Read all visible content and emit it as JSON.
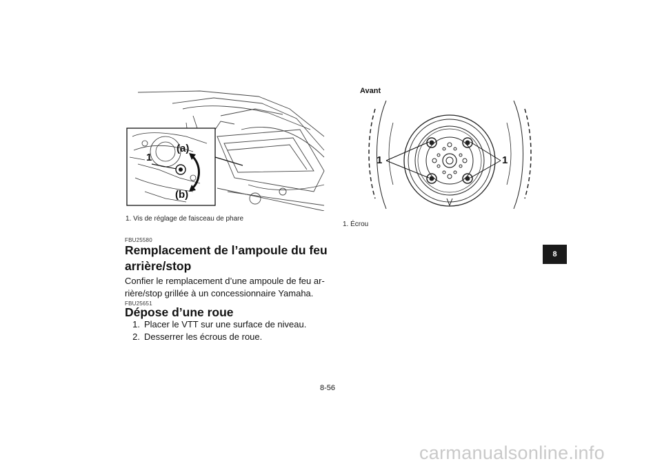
{
  "left_figure": {
    "labels": {
      "callout_1": "1",
      "label_a": "(a)",
      "label_b": "(b)"
    },
    "caption": "1.  Vis de réglage de faisceau de phare"
  },
  "right_figure": {
    "direction_label": "Avant",
    "labels": {
      "callout_left": "1",
      "callout_right": "1"
    },
    "caption": "1.  Écrou"
  },
  "section_1": {
    "code": "FBU25580",
    "title_line1": "Remplacement de l’ampoule du feu",
    "title_line2": "arrière/stop",
    "body_line1": "Confier le remplacement d’une ampoule de feu ar-",
    "body_line2": "rière/stop grillée à un concessionnaire Yamaha."
  },
  "section_2": {
    "code": "FBU25651",
    "title": "Dépose d’une roue",
    "steps": [
      {
        "num": "1.",
        "text": "Placer le VTT sur une surface de niveau."
      },
      {
        "num": "2.",
        "text": "Desserrer les écrous de roue."
      }
    ]
  },
  "chapter_tab": "8",
  "page_number": "8-56",
  "watermark": "carmanualsonline.info"
}
